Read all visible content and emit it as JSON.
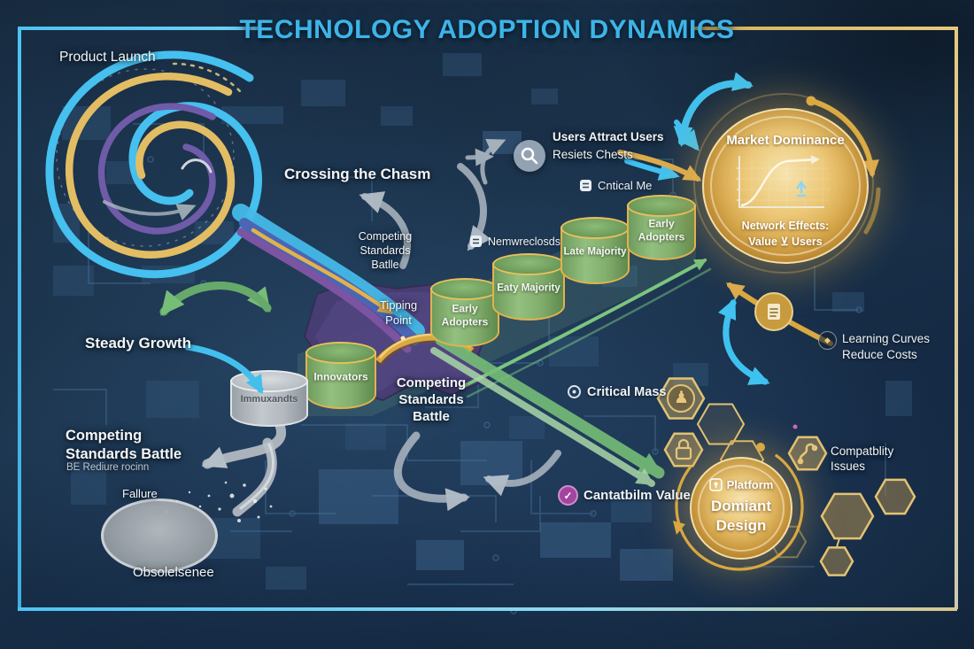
{
  "title": "TECHNOLOGY ADOPTION DYNAMICS",
  "spiral": {
    "label": "Product Launch"
  },
  "chasm": {
    "crossing_label": "Crossing the Chasm",
    "battle_upper": "Competing\nStandards\nBatlle",
    "tipping_label": "Tipping\nPoint",
    "battle_mid": "Competing\nStandards\nBattle"
  },
  "stages": [
    {
      "label": "Innovators"
    },
    {
      "label": "Early\nAdopters"
    },
    {
      "label": "Eaty Majority"
    },
    {
      "label": "Late Majority"
    },
    {
      "label": "Early\nAdopters"
    },
    {
      "label": "Immuxandts"
    }
  ],
  "market": {
    "title": "Market Dominance",
    "effects_line1": "Network Effects:",
    "effects_line2": "Value ⊻ Users"
  },
  "network": {
    "users_attract": "Users Attract Users",
    "users_sub": "Resiets Chests",
    "critical_badge": "Cntical Me",
    "metric_badge": "Nemwreclosds"
  },
  "flow": {
    "critical_mass": "Critical Mass",
    "contrib_value": "Cantatbilm Value"
  },
  "right": {
    "learning": "Learning Curves\nReduce Costs",
    "compatibility": "Compatblity\nIssues"
  },
  "platform": {
    "badge": "Platform",
    "line1": "Domiant",
    "line2": "Design"
  },
  "left": {
    "steady_growth": "Steady Growth",
    "battle": "Competing\nStandards Battle",
    "battle_sub": "BE Rediure rocinn",
    "failure": "Fallure",
    "obsolescence": "Obsolelsenee"
  },
  "icons": {
    "check": "✓",
    "diamond": "◆",
    "chess": "♟"
  }
}
